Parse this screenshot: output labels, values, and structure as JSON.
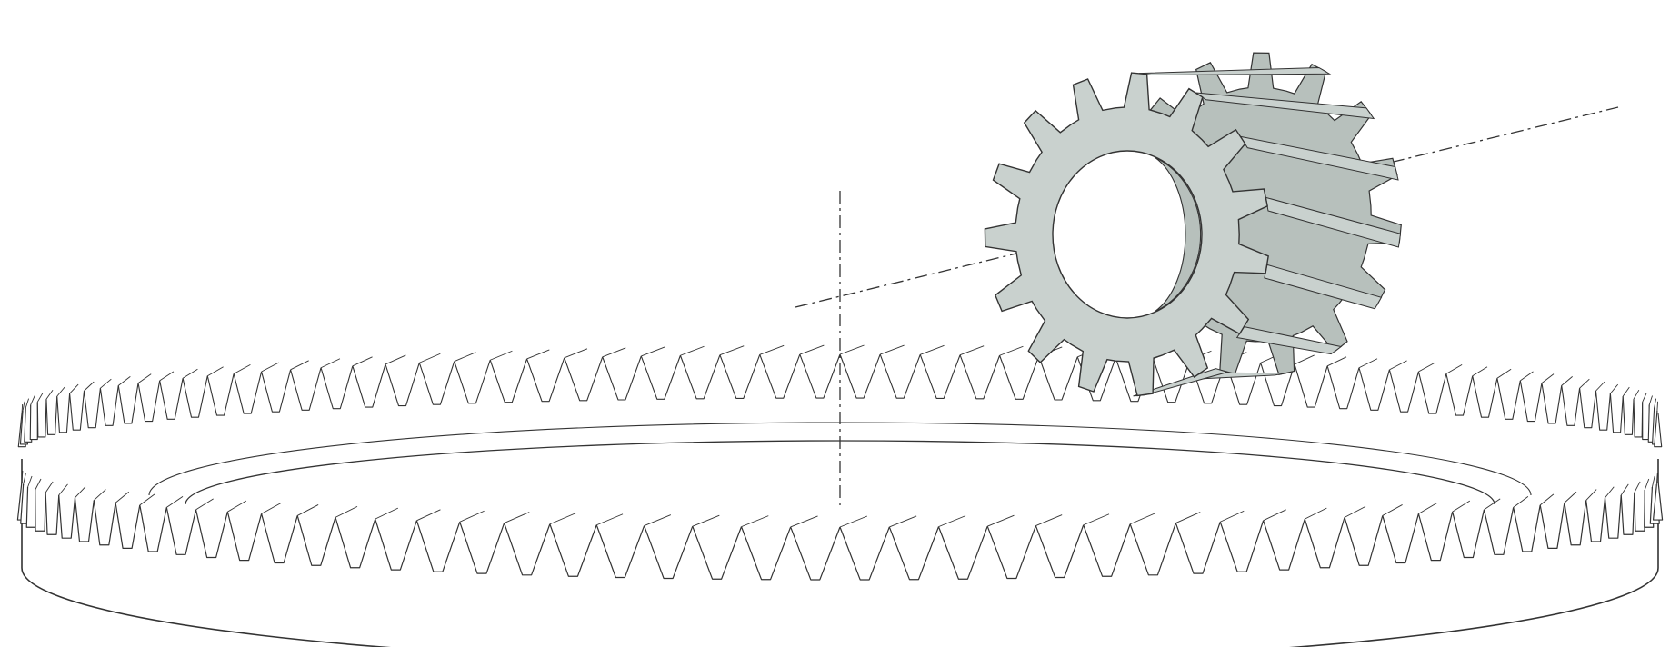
{
  "colors": {
    "background": "#ffffff",
    "outline": "#333333",
    "pinion_fill": "#c9d1ce",
    "pinion_shade": "#b7c0bc",
    "axis_line": "#333333"
  },
  "diagram": {
    "ring_gear": {
      "teeth_back": 64,
      "teeth_front": 52
    },
    "pinion": {
      "teeth": 15
    }
  }
}
